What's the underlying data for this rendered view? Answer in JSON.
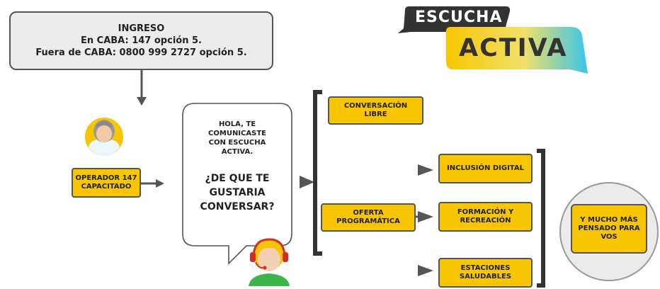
{
  "ingreso": {
    "title": "INGRESO",
    "line1": "En CABA: 147 opción 5.",
    "line2": "Fuera de CABA: 0800 999 2727 opción 5."
  },
  "logo": {
    "top": "ESCUCHA",
    "bottom": "ACTIVA"
  },
  "operador": {
    "label_line1": "OPERADOR 147",
    "label_line2": "CAPACITADO"
  },
  "bubble": {
    "greeting_line1": "HOLA, TE",
    "greeting_line2": "COMUNICASTE",
    "greeting_line3": "CON ESCUCHA",
    "greeting_line4": "ACTIVA.",
    "question_line1": "¿DE QUE TE",
    "question_line2": "GUSTARIA",
    "question_line3": "CONVERSAR?"
  },
  "options": {
    "conversacion_line1": "CONVERSACIÓN",
    "conversacion_line2": "LIBRE",
    "oferta_line1": "OFERTA",
    "oferta_line2": "PROGRAMÁTICA"
  },
  "sub_options": {
    "inclusion": "INCLUSIÓN DIGITAL",
    "formacion_line1": "FORMACIÓN Y",
    "formacion_line2": "RECREACIÓN",
    "estaciones_line1": "ESTACIONES",
    "estaciones_line2": "SALUDABLES"
  },
  "mas": {
    "line1": "Y MUCHO MÁS",
    "line2": "PENSADO PARA",
    "line3": "VOS"
  },
  "colors": {
    "yellow": "#f7c600",
    "border": "#555555",
    "gray_box": "#ececec",
    "dark": "#333333",
    "cyan": "#39c4ea"
  }
}
